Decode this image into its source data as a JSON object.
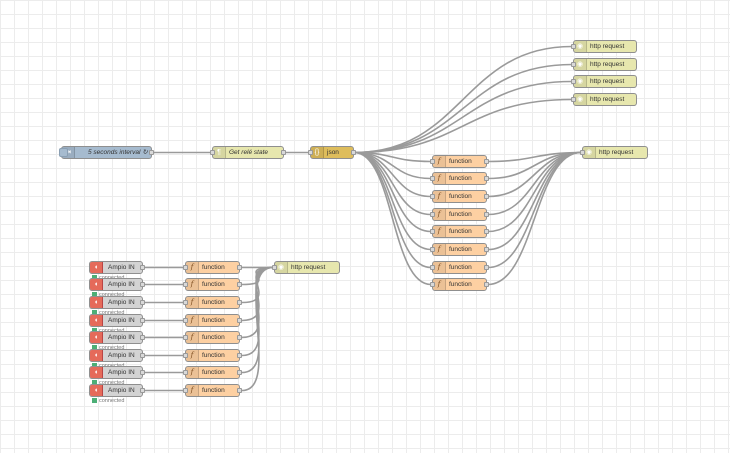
{
  "flow": {
    "inject": {
      "label": "5 seconds interval ↻",
      "icon": "arrow-in-icon"
    },
    "template": {
      "label": "Get relé state",
      "icon": "template-icon"
    },
    "json": {
      "label": "json",
      "icon": "braces-icon"
    },
    "function_label": "function",
    "http_label": "http request",
    "ampio_label": "Ampio IN",
    "status_label": "connected"
  }
}
